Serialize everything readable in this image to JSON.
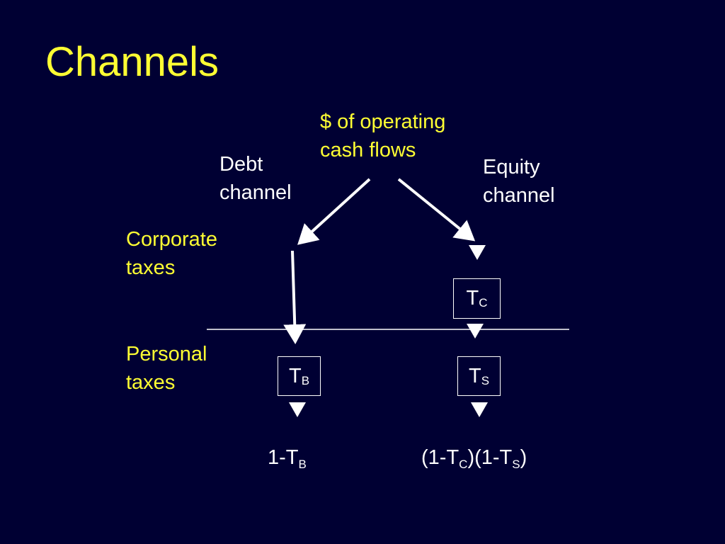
{
  "slide": {
    "title": "Channels",
    "colors": {
      "background": "#000033",
      "title_text": "#ffff33",
      "body_text": "#ffffff",
      "lines": "#ffffff"
    }
  },
  "diagram": {
    "source_label": [
      "$ of operating",
      "cash flows"
    ],
    "debt_channel_label": [
      "Debt",
      "channel"
    ],
    "equity_channel_label": [
      "Equity",
      "channel"
    ],
    "corporate_taxes_label": [
      "Corporate",
      "taxes"
    ],
    "personal_taxes_label": [
      "Personal",
      "taxes"
    ],
    "tc_box": {
      "main": "T",
      "sub": "C"
    },
    "tb_box": {
      "main": "T",
      "sub": "B"
    },
    "ts_box": {
      "main": "T",
      "sub": "S"
    },
    "debt_result": {
      "prefix": "1-T",
      "sub": "B"
    },
    "equity_result": {
      "part1": "(1-T",
      "sub1": "C",
      "part2": ")(1-T",
      "sub2": "S",
      "part3": ")"
    }
  }
}
